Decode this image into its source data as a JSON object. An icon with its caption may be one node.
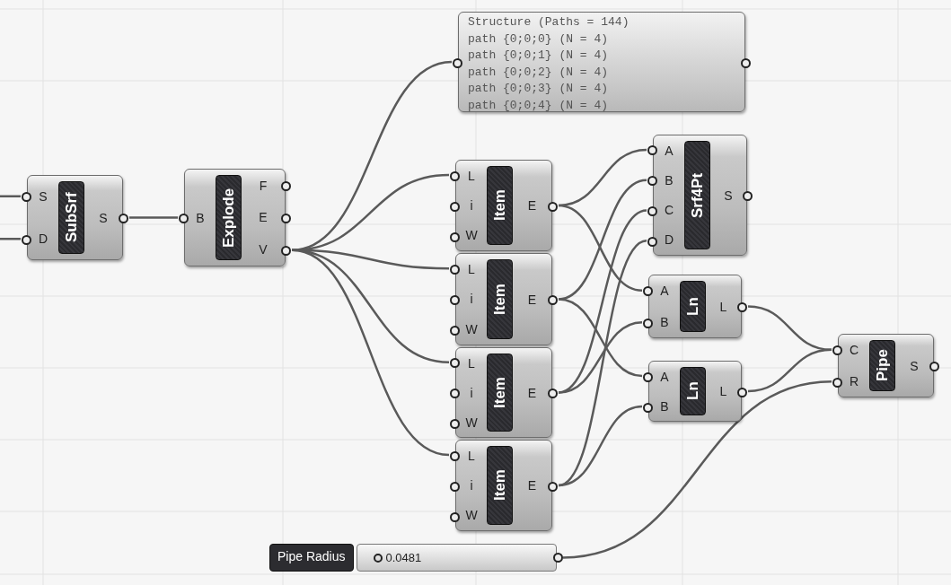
{
  "diagram": {
    "nodes": [
      {
        "text": [
          "S",
          "D",
          "SubSrf",
          "S"
        ]
      },
      {
        "text": [
          "B",
          "Explode",
          "F",
          "E",
          "V"
        ]
      },
      {
        "text": [
          "Structure (Paths = 144)",
          "path {0;0;0} (N = 4)",
          "path {0;0;1} (N = 4)",
          "path {0;0;2} (N = 4)",
          "path {0;0;3} (N = 4)",
          "path {0;0;4} (N = 4)"
        ]
      },
      {
        "text": [
          "L",
          "i",
          "W",
          "Item",
          "E"
        ]
      },
      {
        "text": [
          "L",
          "i",
          "W",
          "Item",
          "E"
        ]
      },
      {
        "text": [
          "L",
          "i",
          "W",
          "Item",
          "E"
        ]
      },
      {
        "text": [
          "L",
          "i",
          "W",
          "Item",
          "E"
        ]
      },
      {
        "text": [
          "A",
          "B",
          "C",
          "D",
          "Srf4Pt",
          "S"
        ]
      },
      {
        "text": [
          "A",
          "B",
          "Ln",
          "L"
        ]
      },
      {
        "text": [
          "A",
          "B",
          "Ln",
          "L"
        ]
      },
      {
        "text": [
          "C",
          "R",
          "Pipe",
          "S"
        ]
      },
      {
        "text": [
          "Pipe Radius",
          "0.0481"
        ]
      }
    ],
    "edges": [
      {
        "from": null,
        "to": 0,
        "arrow": "none"
      },
      {
        "from": null,
        "to": 0,
        "arrow": "none"
      },
      {
        "from": 0,
        "to": 1,
        "arrow": "none"
      },
      {
        "from": 1,
        "to": 2,
        "arrow": "none"
      },
      {
        "from": 1,
        "to": 3,
        "arrow": "none"
      },
      {
        "from": 1,
        "to": 4,
        "arrow": "none"
      },
      {
        "from": 1,
        "to": 5,
        "arrow": "none"
      },
      {
        "from": 1,
        "to": 6,
        "arrow": "none"
      },
      {
        "from": 3,
        "to": 7,
        "arrow": "none"
      },
      {
        "from": 3,
        "to": 8,
        "arrow": "none"
      },
      {
        "from": 4,
        "to": 7,
        "arrow": "none"
      },
      {
        "from": 4,
        "to": 9,
        "arrow": "none"
      },
      {
        "from": 5,
        "to": 7,
        "arrow": "none"
      },
      {
        "from": 5,
        "to": 8,
        "arrow": "none"
      },
      {
        "from": 6,
        "to": 7,
        "arrow": "none"
      },
      {
        "from": 6,
        "to": 9,
        "arrow": "none"
      },
      {
        "from": 8,
        "to": 10,
        "arrow": "none"
      },
      {
        "from": 9,
        "to": 10,
        "arrow": "none"
      },
      {
        "from": 11,
        "to": 10,
        "arrow": "none"
      }
    ]
  }
}
